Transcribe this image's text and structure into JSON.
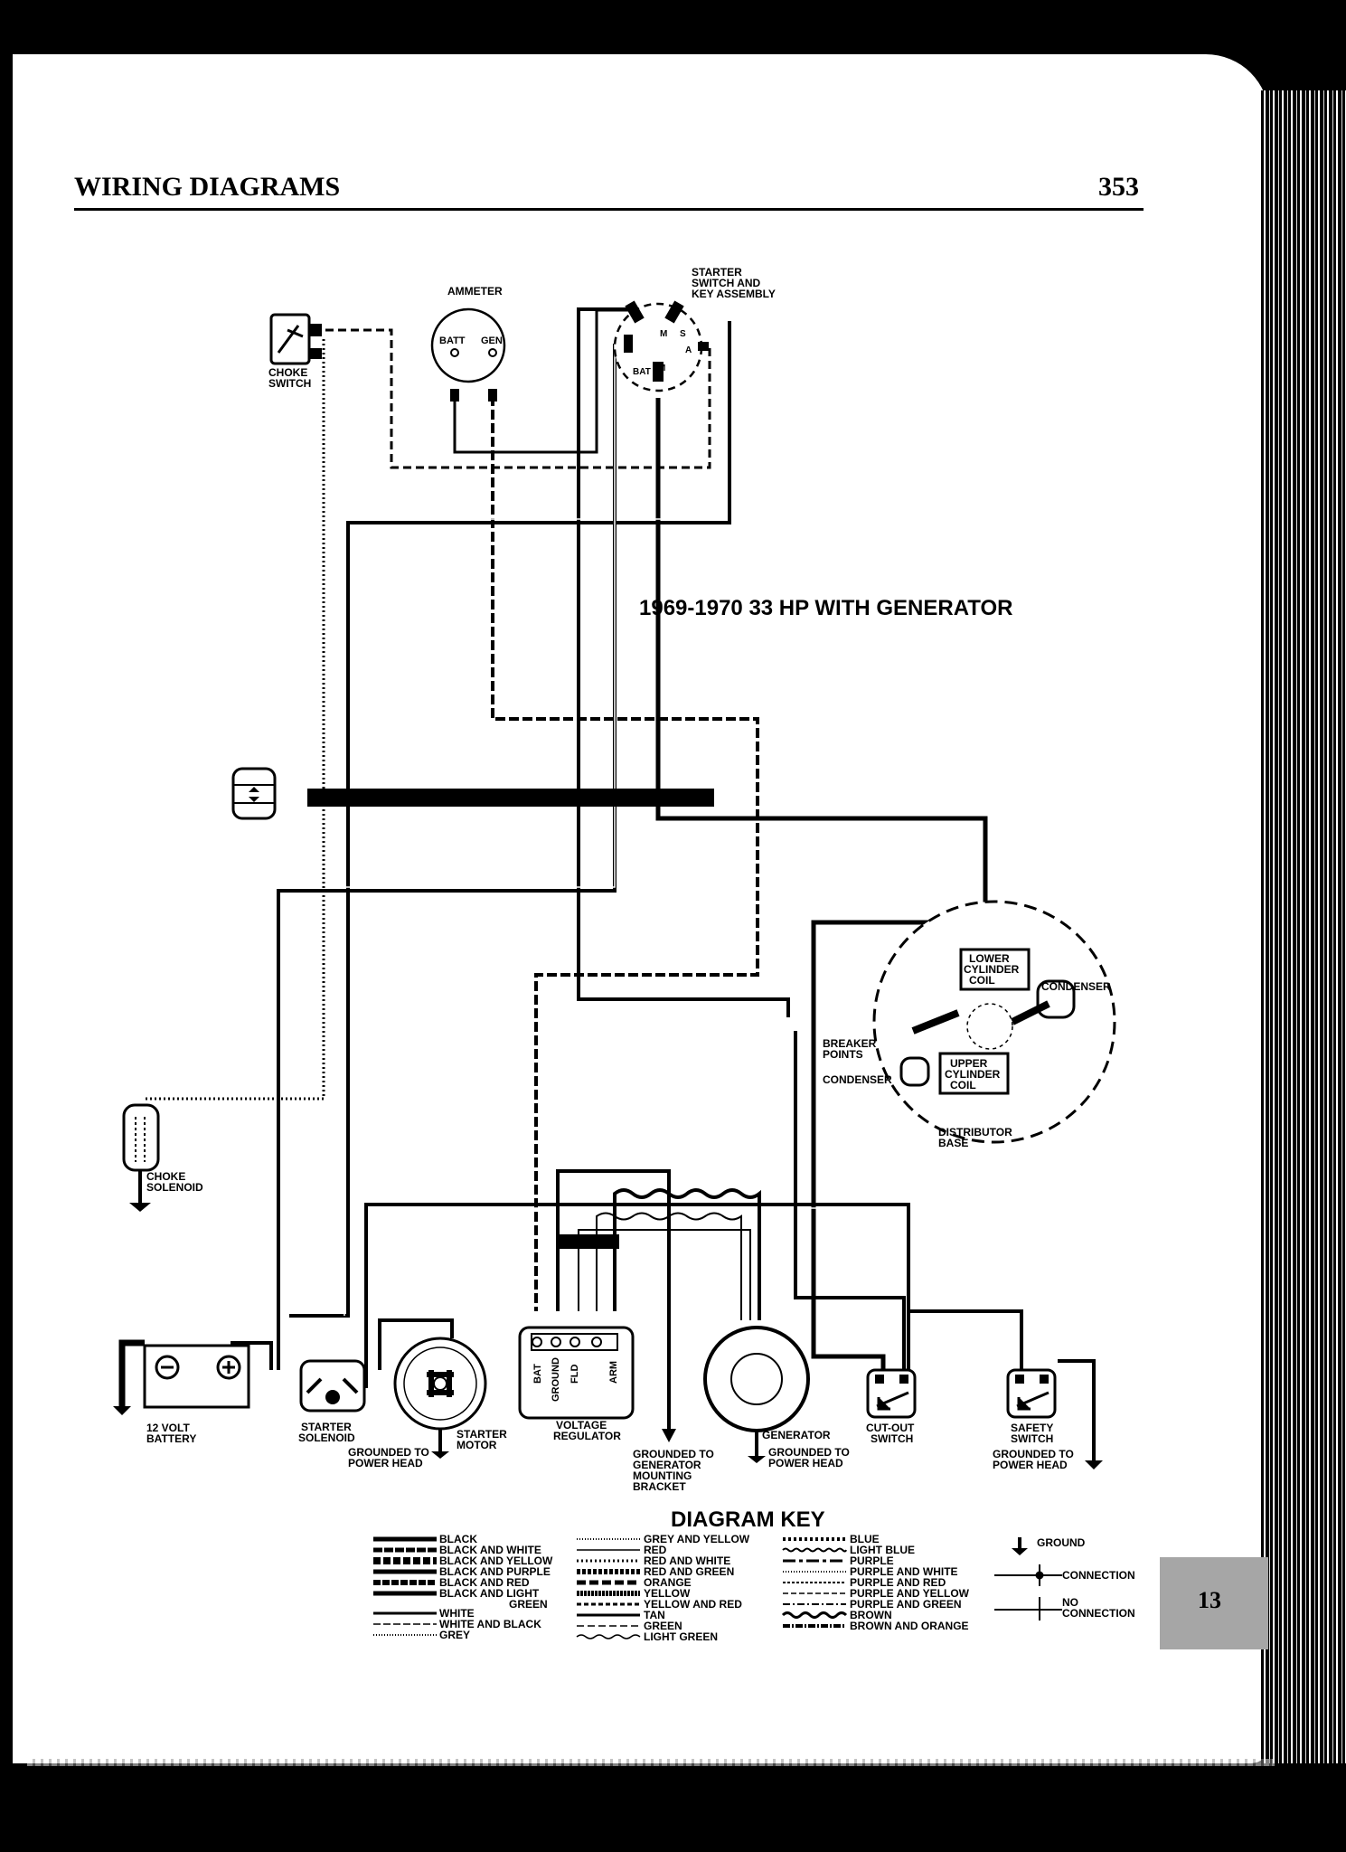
{
  "header": {
    "section_title": "WIRING DIAGRAMS",
    "page_number": "353",
    "tab_number": "13"
  },
  "diagram": {
    "title": "1969-1970 33 HP WITH GENERATOR",
    "components": {
      "ammeter": "AMMETER",
      "ammeter_batt": "BATT",
      "ammeter_gen": "GEN",
      "starter_switch_1": "STARTER",
      "starter_switch_2": "SWITCH AND",
      "starter_switch_3": "KEY ASSEMBLY",
      "term_m": "M",
      "term_s": "S",
      "term_a": "A",
      "term_bat": "BAT",
      "term_m2": "M",
      "choke_switch_1": "CHOKE",
      "choke_switch_2": "SWITCH",
      "lower_coil_1": "LOWER",
      "lower_coil_2": "CYLINDER",
      "lower_coil_3": "COIL",
      "condenser_top": "CONDENSER",
      "breaker_1": "BREAKER",
      "breaker_2": "POINTS",
      "condenser_left": "CONDENSER",
      "upper_coil_1": "UPPER",
      "upper_coil_2": "CYLINDER",
      "upper_coil_3": "COIL",
      "distributor_1": "DISTRIBUTOR",
      "distributor_2": "BASE",
      "choke_solenoid_1": "CHOKE",
      "choke_solenoid_2": "SOLENOID",
      "battery_1": "12 VOLT",
      "battery_2": "BATTERY",
      "starter_solenoid_1": "STARTER",
      "starter_solenoid_2": "SOLENOID",
      "grounded_ph_1a": "GROUNDED TO",
      "grounded_ph_1b": "POWER HEAD",
      "starter_motor_1": "STARTER",
      "starter_motor_2": "MOTOR",
      "vr_bat": "BAT",
      "vr_ground": "GROUND",
      "vr_fld": "FLD",
      "vr_arm": "ARM",
      "voltage_regulator_1": "VOLTAGE",
      "voltage_regulator_2": "REGULATOR",
      "grounded_gen_1": "GROUNDED TO",
      "grounded_gen_2": "GENERATOR",
      "grounded_gen_3": "MOUNTING",
      "grounded_gen_4": "BRACKET",
      "generator": "GENERATOR",
      "grounded_ph_2a": "GROUNDED TO",
      "grounded_ph_2b": "POWER HEAD",
      "cutout_1": "CUT-OUT",
      "cutout_2": "SWITCH",
      "safety_1": "SAFETY",
      "safety_2": "SWITCH",
      "grounded_ph_3a": "GROUNDED TO",
      "grounded_ph_3b": "POWER HEAD"
    }
  },
  "key": {
    "title": "DIAGRAM KEY",
    "col1": [
      "BLACK",
      "BLACK AND WHITE",
      "BLACK AND YELLOW",
      "BLACK AND PURPLE",
      "BLACK AND RED",
      "BLACK AND LIGHT",
      "GREEN",
      "WHITE",
      "WHITE AND BLACK",
      "GREY"
    ],
    "col2": [
      "GREY AND YELLOW",
      "RED",
      "RED AND WHITE",
      "RED AND GREEN",
      "ORANGE",
      "YELLOW",
      "YELLOW AND RED",
      "TAN",
      "GREEN",
      "LIGHT GREEN"
    ],
    "col3": [
      "BLUE",
      "LIGHT BLUE",
      "PURPLE",
      "PURPLE AND WHITE",
      "PURPLE AND RED",
      "PURPLE AND YELLOW",
      "PURPLE AND GREEN",
      "BROWN",
      "BROWN AND ORANGE"
    ],
    "col4": [
      "GROUND",
      "CONNECTION",
      "NO",
      "CONNECTION"
    ]
  }
}
